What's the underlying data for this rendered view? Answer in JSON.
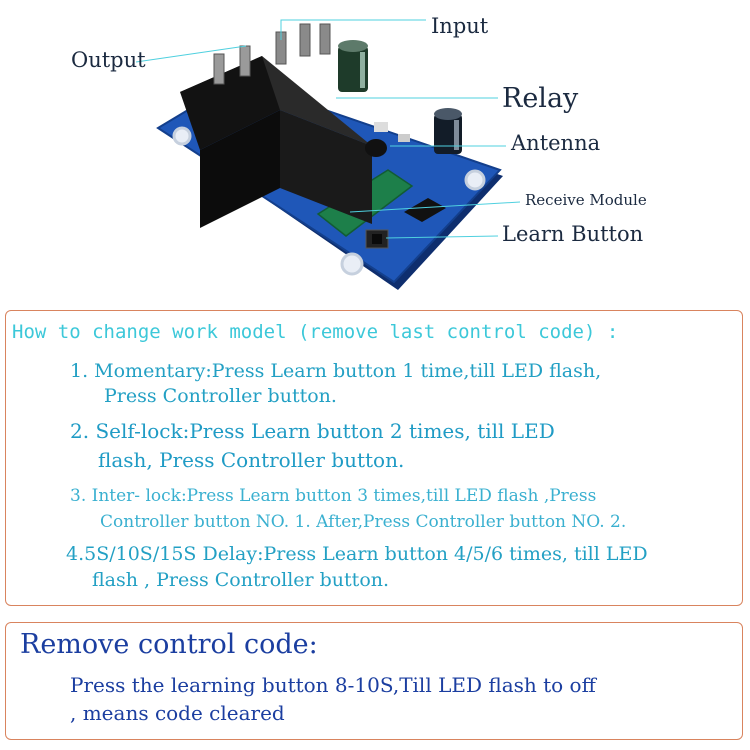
{
  "diagram": {
    "labels": {
      "input": "Input",
      "output": "Output",
      "relay": "Relay",
      "antenna": "Antenna",
      "receive_module": "Receive Module",
      "learn_button": "Learn Button"
    },
    "colors": {
      "board": "#1f57b8",
      "relay": "#161616",
      "leader_line": "#4fd0df",
      "label_text": "#1b2a40"
    }
  },
  "instructions": {
    "heading": "How to change work model (remove last control code) :",
    "steps": [
      {
        "line1": "1. Momentary:Press Learn button 1 time,till LED flash,",
        "line2": "Press Controller button."
      },
      {
        "line1": "2. Self-lock:Press Learn button 2 times, till LED",
        "line2": "flash, Press Controller button."
      },
      {
        "line1": "3. Inter- lock:Press Learn button 3 times,till LED flash ,Press",
        "line2": "Controller button NO. 1. After,Press Controller button NO. 2."
      },
      {
        "line1": "4.5S/10S/15S Delay:Press Learn button 4/5/6 times, till LED",
        "line2": "flash , Press Controller button."
      }
    ],
    "colors": {
      "heading": "#3cc8d9",
      "steps": "#23a0c4",
      "border": "#d9845e"
    }
  },
  "remove_code": {
    "title": "Remove control code:",
    "line1": "Press the learning button 8-10S,Till LED flash to off",
    "line2": ",  means code cleared",
    "color": "#1b3ea0"
  }
}
